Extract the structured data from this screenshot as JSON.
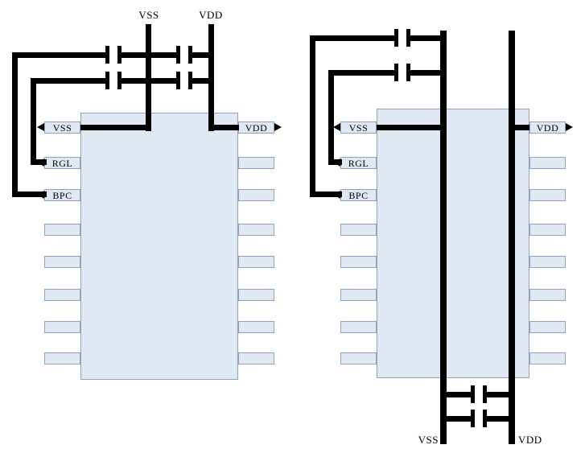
{
  "colors": {
    "background": "#ffffff",
    "wire": "#000000",
    "chip_fill": "#dfe8f3",
    "chip_border": "#8ea3bf",
    "text": "#000000"
  },
  "left_circuit": {
    "top_labels": {
      "vss": "VSS",
      "vdd": "VDD"
    },
    "pin_labels": {
      "vss": "VSS",
      "rgl": "RGL",
      "bpc": "BPC",
      "vdd": "VDD"
    }
  },
  "right_circuit": {
    "pin_labels": {
      "vss": "VSS",
      "rgl": "RGL",
      "bpc": "BPC",
      "vdd": "VDD"
    },
    "bottom_labels": {
      "vss": "VSS",
      "vdd": "VDD"
    }
  }
}
